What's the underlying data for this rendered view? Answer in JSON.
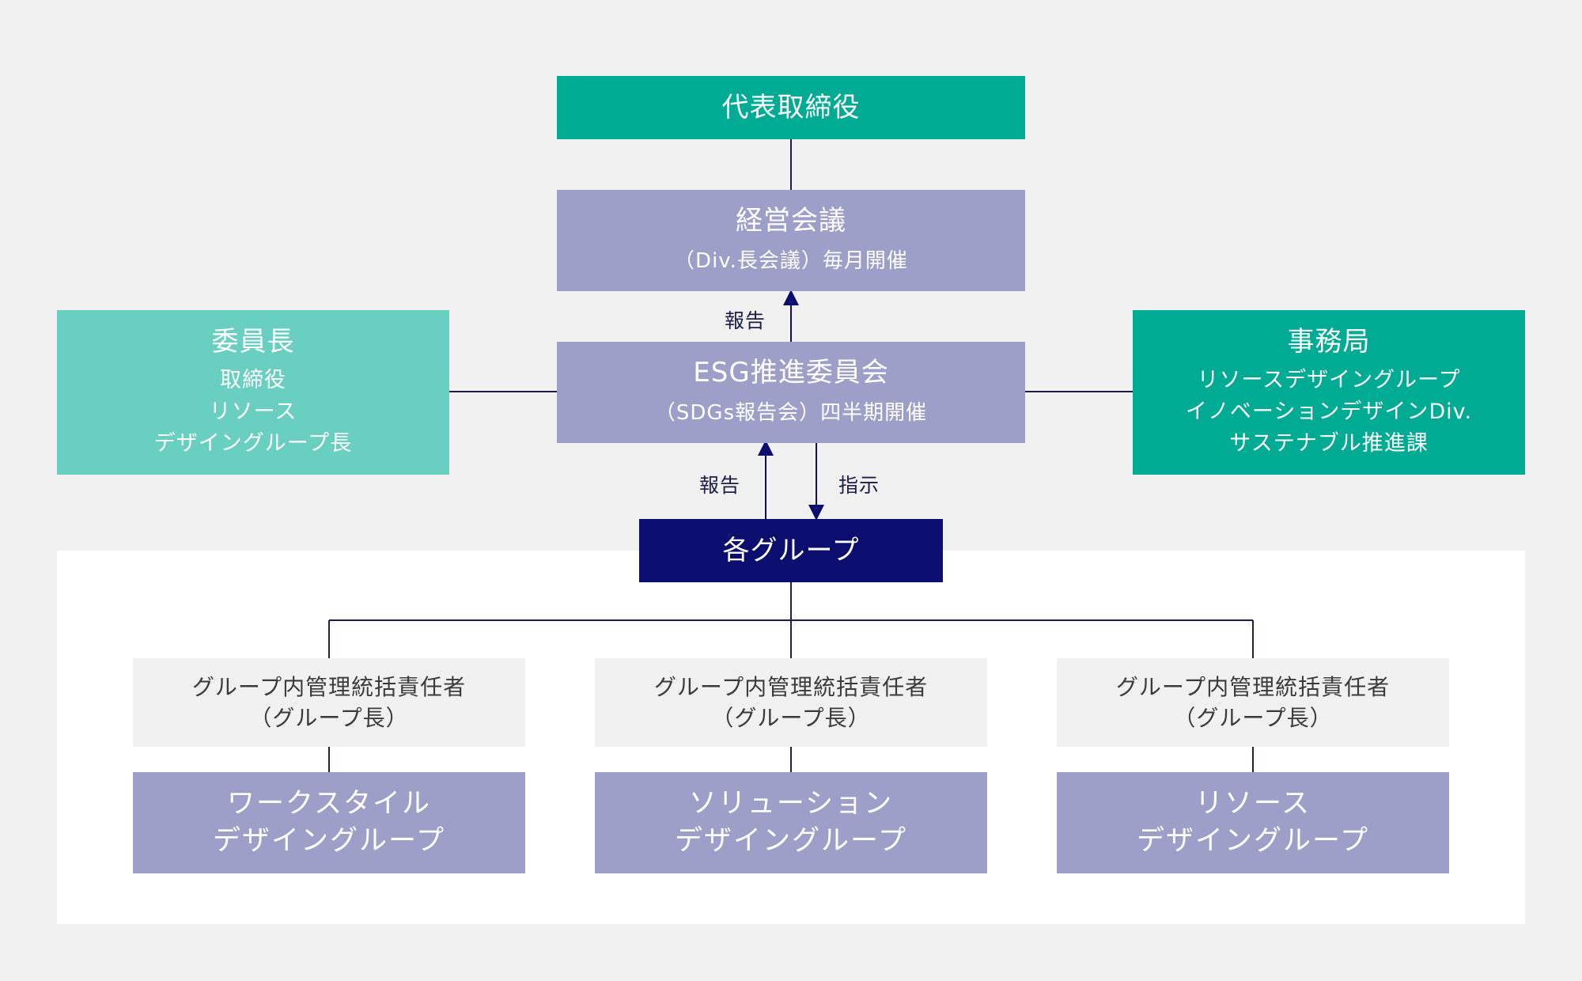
{
  "ceo": {
    "title": "代表取締役"
  },
  "management_meeting": {
    "title": "経営会議",
    "subtitle": "（Div.長会議）毎月開催"
  },
  "esg_committee": {
    "title": "ESG推進委員会",
    "subtitle": "（SDGs報告会）四半期開催"
  },
  "chair": {
    "title": "委員長",
    "lines": [
      "取締役",
      "リソース",
      "デザイングループ長"
    ]
  },
  "secretariat": {
    "title": "事務局",
    "lines": [
      "リソースデザイングループ",
      "イノベーションデザインDiv.",
      "サステナブル推進課"
    ]
  },
  "groups_hub": {
    "title": "各グループ"
  },
  "arrow_labels": {
    "report_upper": "報告",
    "report_lower": "報告",
    "instruction": "指示"
  },
  "group_heads": [
    {
      "line1": "グループ内管理統括責任者",
      "line2": "（グループ長）"
    },
    {
      "line1": "グループ内管理統括責任者",
      "line2": "（グループ長）"
    },
    {
      "line1": "グループ内管理統括責任者",
      "line2": "（グループ長）"
    }
  ],
  "units": [
    {
      "line1": "ワークスタイル",
      "line2": "デザイングループ"
    },
    {
      "line1": "ソリューション",
      "line2": "デザイングループ"
    },
    {
      "line1": "リソース",
      "line2": "デザイングループ"
    }
  ],
  "colors": {
    "background": "#f1f1f2",
    "teal_dark": "#00ab94",
    "teal_light": "#69cfc0",
    "lavender": "#9d9fc9",
    "navy": "#0b0e6e",
    "connector": "#1d1d4a"
  }
}
